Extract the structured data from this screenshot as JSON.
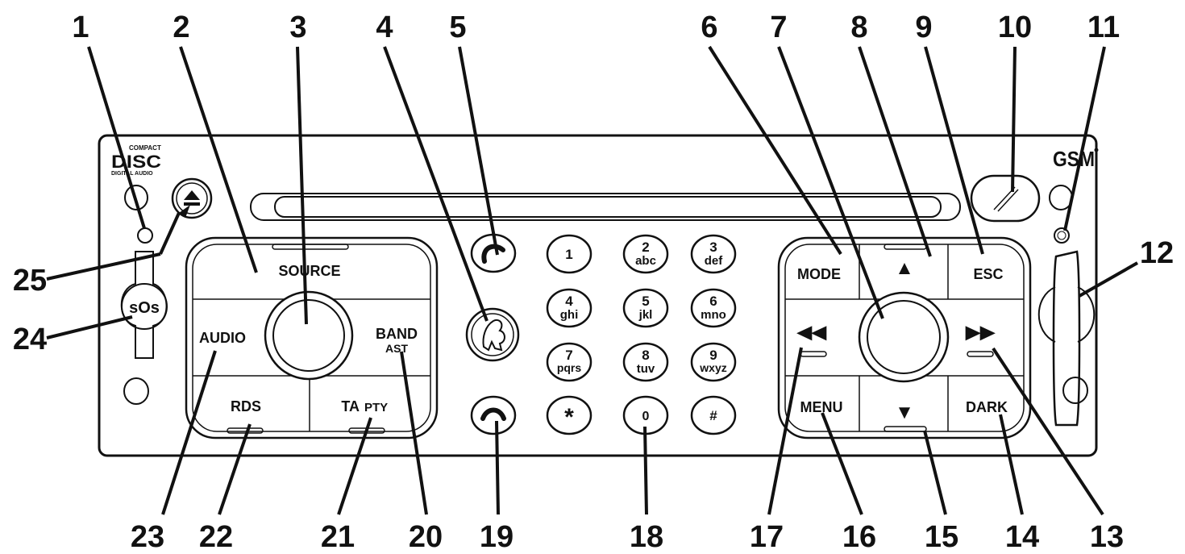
{
  "callouts": [
    "1",
    "2",
    "3",
    "4",
    "5",
    "6",
    "7",
    "8",
    "9",
    "10",
    "11",
    "12",
    "13",
    "14",
    "15",
    "16",
    "17",
    "18",
    "19",
    "20",
    "21",
    "22",
    "23",
    "24",
    "25"
  ],
  "logos": {
    "disc_top": "COMPACT",
    "disc_main": "DISC",
    "disc_bottom": "DIGITAL AUDIO",
    "gsm": "GSM"
  },
  "buttons": {
    "source": "SOURCE",
    "audio": "AUDIO",
    "band": "BAND",
    "ast": "AST",
    "rds": "RDS",
    "ta": "TA",
    "pty": "PTY",
    "mode": "MODE",
    "esc": "ESC",
    "menu": "MENU",
    "dark": "DARK",
    "sos": "sOs",
    "up": "▲",
    "down": "▼",
    "rew": "◀◀",
    "fwd": "▶▶"
  },
  "keypad": [
    {
      "n": "1",
      "l": ""
    },
    {
      "n": "2",
      "l": "abc"
    },
    {
      "n": "3",
      "l": "def"
    },
    {
      "n": "4",
      "l": "ghi"
    },
    {
      "n": "5",
      "l": "jkl"
    },
    {
      "n": "6",
      "l": "mno"
    },
    {
      "n": "7",
      "l": "pqrs"
    },
    {
      "n": "8",
      "l": "tuv"
    },
    {
      "n": "9",
      "l": "wxyz"
    },
    {
      "n": "*",
      "l": ""
    },
    {
      "n": "0",
      "l": ""
    },
    {
      "n": "#",
      "l": ""
    }
  ]
}
